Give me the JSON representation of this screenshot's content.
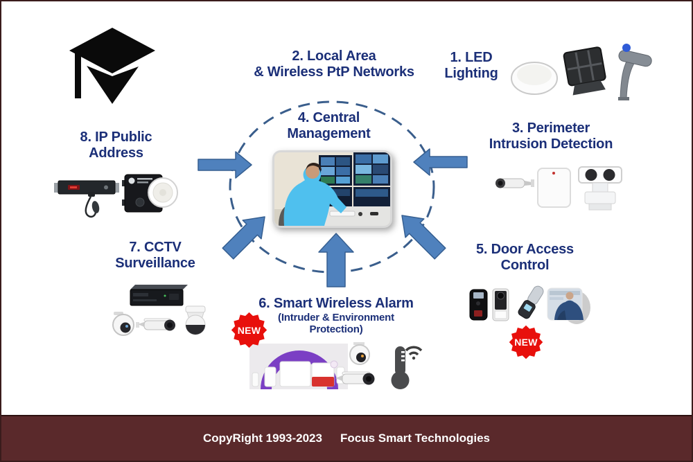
{
  "items": {
    "led": {
      "line1": "1. LED",
      "line2": "Lighting"
    },
    "network": {
      "line1": "2. Local Area",
      "line2": "& Wireless PtP Networks"
    },
    "perimeter": {
      "line1": "3. Perimeter",
      "line2": "Intrusion Detection"
    },
    "central": {
      "line1": "4. Central",
      "line2": "Management"
    },
    "door": {
      "line1": "5. Door Access",
      "line2": "Control"
    },
    "alarm": {
      "title": "6. Smart Wireless Alarm",
      "sub_line1": "(Intruder & Environment",
      "sub_line2": "Protection)"
    },
    "cctv": {
      "line1": "7. CCTV",
      "line2": "Surveillance"
    },
    "pa": {
      "line1": "8. IP Public",
      "line2": "Address"
    }
  },
  "badges": {
    "new_label": "NEW"
  },
  "footer": {
    "copyright": "CopyRight 1993-2023",
    "company": "Focus Smart Technologies"
  },
  "colors": {
    "heading": "#1b2f78",
    "arrow_fill": "#4f81bd",
    "arrow_border": "#365f91",
    "dashed_circle": "#3a5e8c",
    "new_badge": "#e8100c",
    "footer_bg": "#5a292b",
    "footer_text": "#ffffff"
  },
  "images": {
    "logo": "graduation-cap-logo",
    "central_photo": "control-room-operator-photo",
    "led_products": [
      "ceiling-dome-light",
      "led-flood-light",
      "led-street-light"
    ],
    "perimeter_products": [
      "bullet-camera",
      "intrusion-detector-box",
      "ptz-camera-unit"
    ],
    "pa_products": [
      "rack-amplifier-with-microphone",
      "wall-amplifier",
      "ceiling-speaker"
    ],
    "cctv_products": [
      "nvr-recorder",
      "turret-camera",
      "bullet-camera",
      "speed-dome-camera"
    ],
    "alarm_products": [
      "wireless-alarm-kit",
      "turret-camera",
      "bullet-camera",
      "wireless-thermometer"
    ],
    "door_products": [
      "fingerprint-reader",
      "video-door-station",
      "smart-lock",
      "installer-photo"
    ]
  }
}
